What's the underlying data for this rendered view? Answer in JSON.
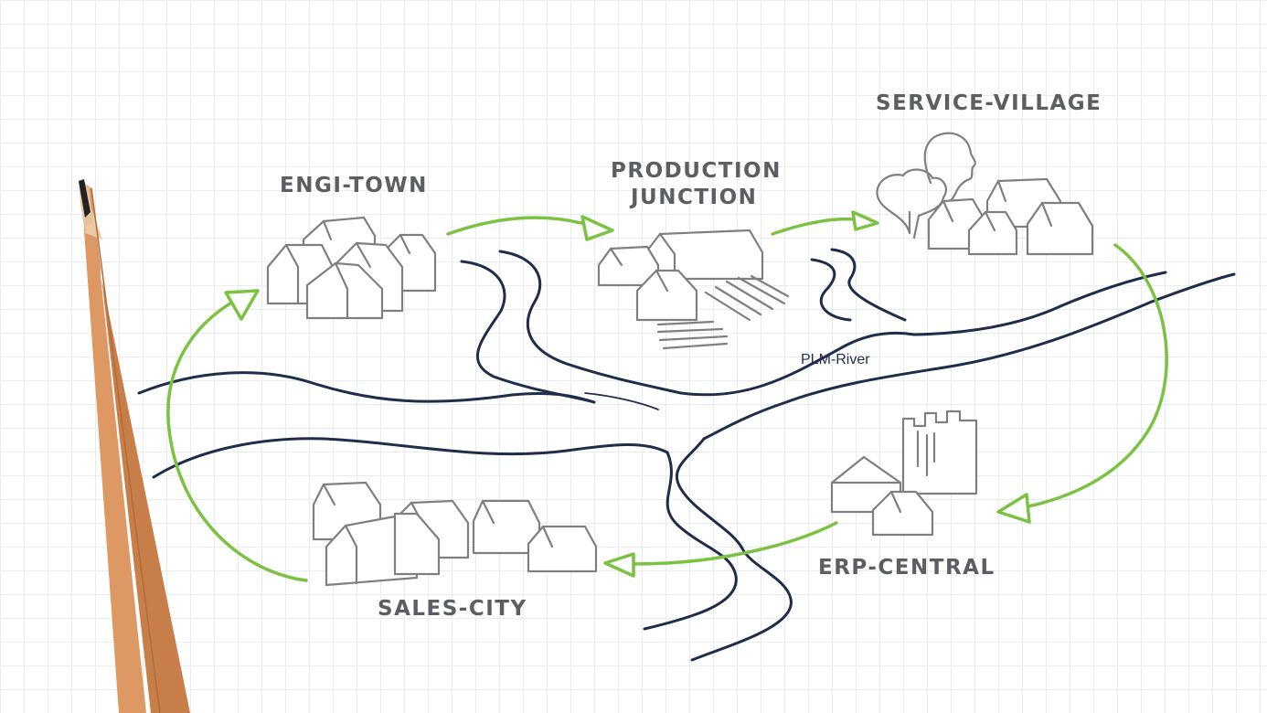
{
  "towns": {
    "engi_town": "Engi-Town",
    "production_junction_line1": "Production",
    "production_junction_line2": "Junction",
    "service_village": "Service-Village",
    "erp_central": "ERP-Central",
    "sales_city": "Sales-City"
  },
  "river": {
    "label": "PLM-River"
  },
  "colors": {
    "flow_arrow": "#7cc242",
    "river": "#1f2d4d",
    "sketch": "#7d7f82",
    "label_text": "#5b5f63"
  }
}
